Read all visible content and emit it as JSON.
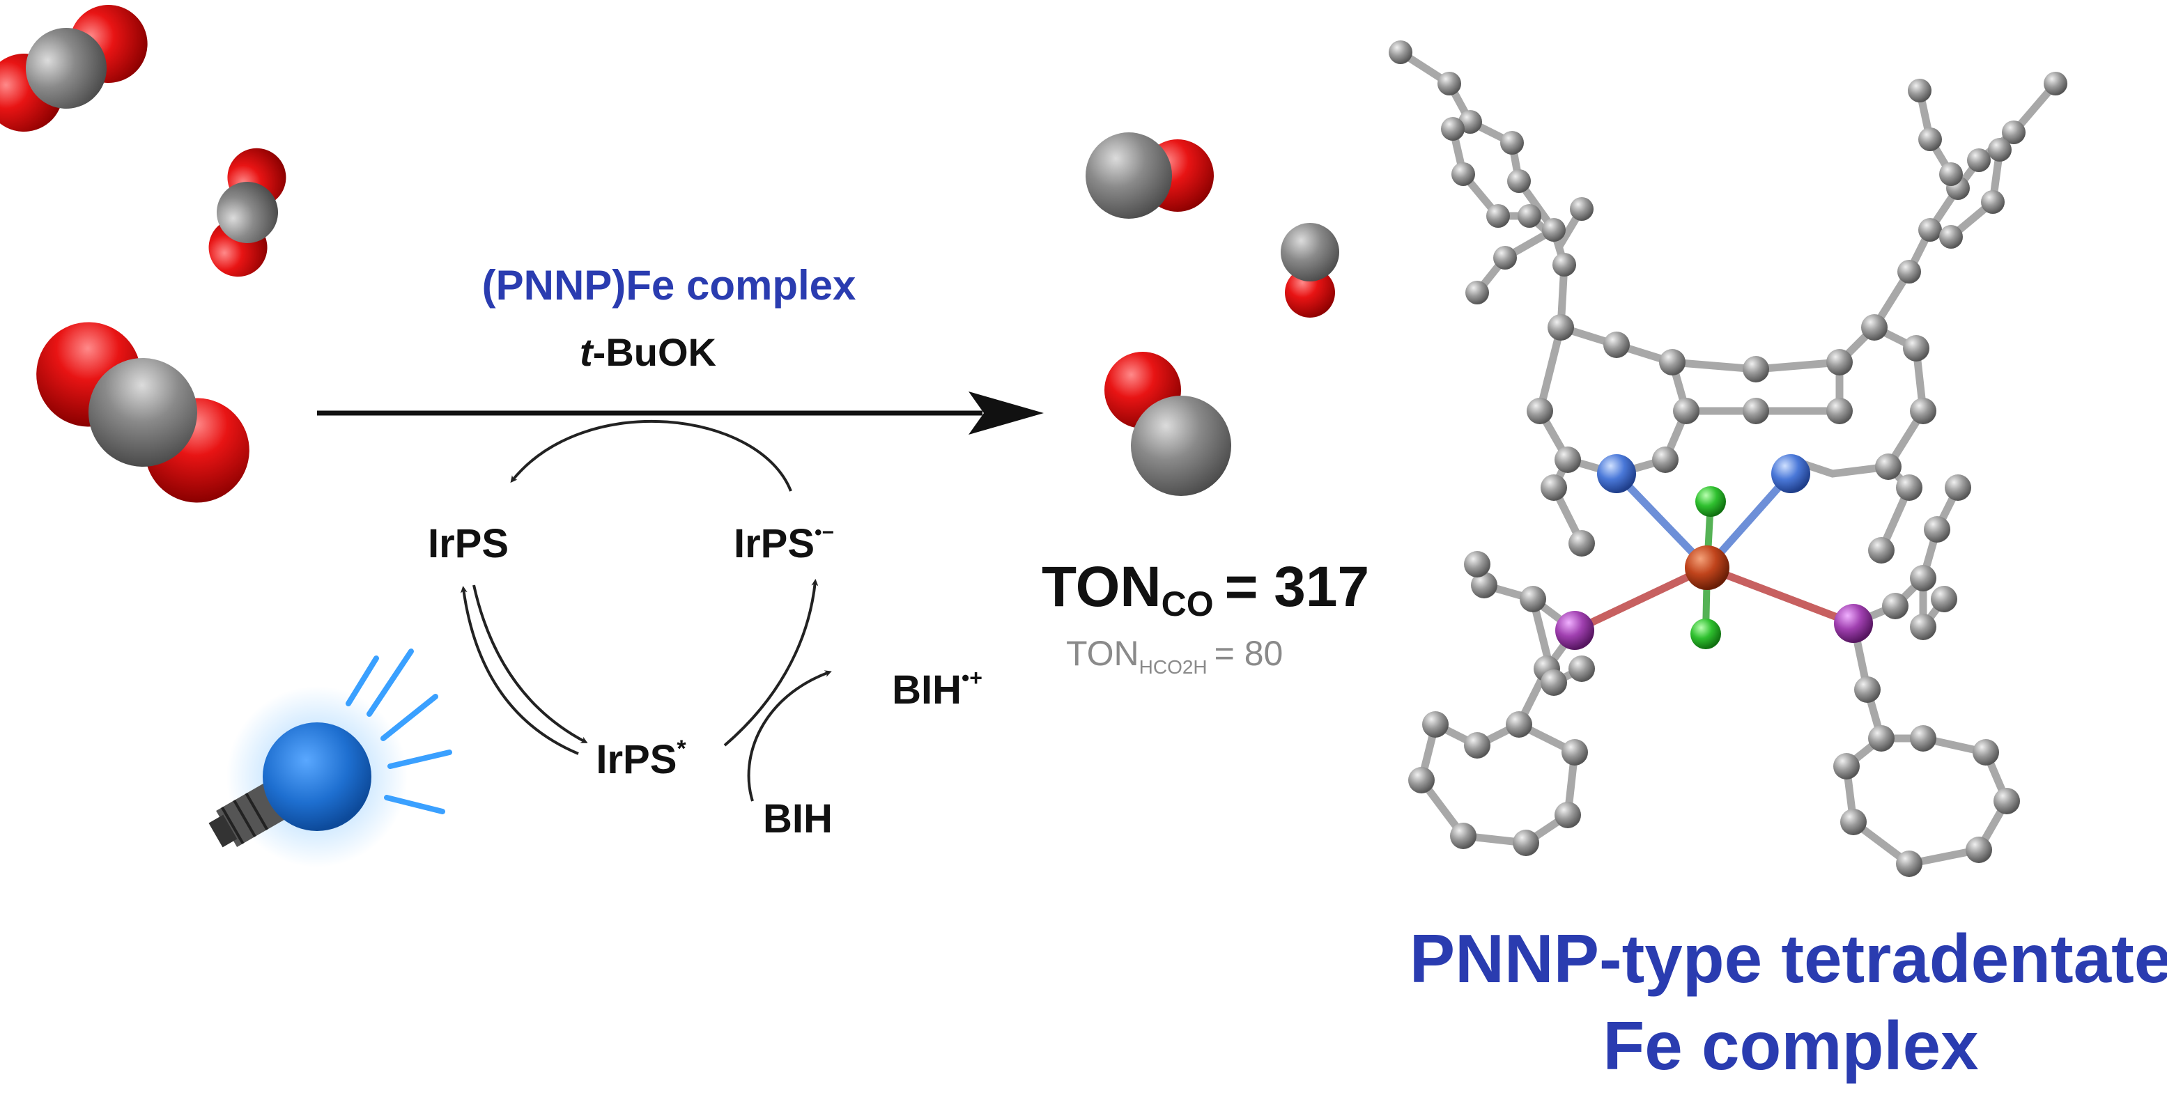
{
  "reaction": {
    "catalyst": "(PNNP)Fe complex",
    "base_prefix": "t",
    "base_suffix": "-BuOK"
  },
  "cycle": {
    "irps": "IrPS",
    "irps_reduced_base": "IrPS",
    "irps_reduced_charge": "•−",
    "irps_excited_base": "IrPS",
    "irps_excited_mark": "*",
    "bih_oxidized_base": "BIH",
    "bih_oxidized_charge": "•+",
    "bih": "BIH"
  },
  "results": {
    "ton_co_prefix": "TON",
    "ton_co_sub": "CO",
    "ton_co_value": "= 317",
    "ton_hcooh_prefix": "TON",
    "ton_hcooh_sub": "HCO2H",
    "ton_hcooh_value": "= 80"
  },
  "caption": {
    "line1": "PNNP-type tetradentate",
    "line2": "Fe complex"
  },
  "colors": {
    "oxygen": "#e01010",
    "carbon_molecule": "#7f7f7f",
    "structure_carbon": "#8c8c8c",
    "nitrogen": "#4a78d8",
    "iron": "#c0441c",
    "chlorine": "#2fc02f",
    "phosphorus": "#a040b0",
    "lamp": "#1e6fd0",
    "caption": "#2a3cb0"
  }
}
